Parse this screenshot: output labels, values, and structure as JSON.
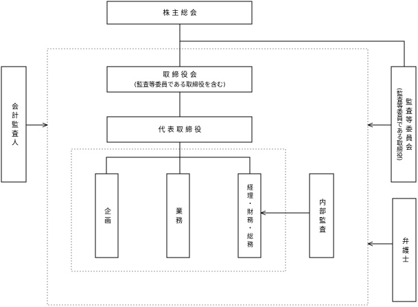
{
  "nodes": {
    "shareholders_meeting": "株 主 総 会",
    "board_title": "取 締 役 会",
    "board_subtitle": "(監査等委員である取締役を含む)",
    "representative_director": "代 表 取 締 役",
    "planning": "企 画",
    "operations": "業 務",
    "accounting": "経 理 ・ 財 務 ・ 総 務",
    "internal_audit": "内 部 監 査",
    "accounting_auditor": "会 計 監 査 人",
    "audit_committee_main": "監 査 等 委 員 会",
    "audit_committee_sub": "(監査等委員である取締役)",
    "lawyer": "弁 護 士"
  }
}
